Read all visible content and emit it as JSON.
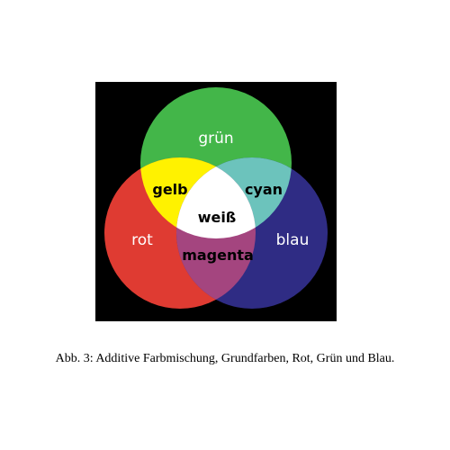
{
  "diagram": {
    "background_color": "#000000",
    "circles": {
      "green": {
        "label": "grün",
        "color": "#43b649"
      },
      "red": {
        "label": "rot",
        "color": "#df3b32"
      },
      "blue": {
        "label": "blau",
        "color": "#2f2c84"
      }
    },
    "overlaps": {
      "yellow": {
        "label": "gelb",
        "color": "#fff200"
      },
      "cyan": {
        "label": "cyan",
        "color": "#6cc3bc"
      },
      "magenta": {
        "label": "magenta",
        "color": "#a4457f"
      },
      "white": {
        "label": "weiß",
        "color": "#ffffff"
      }
    }
  },
  "caption": "Abb. 3: Additive Farbmischung, Grundfarben, Rot, Grün und Blau."
}
